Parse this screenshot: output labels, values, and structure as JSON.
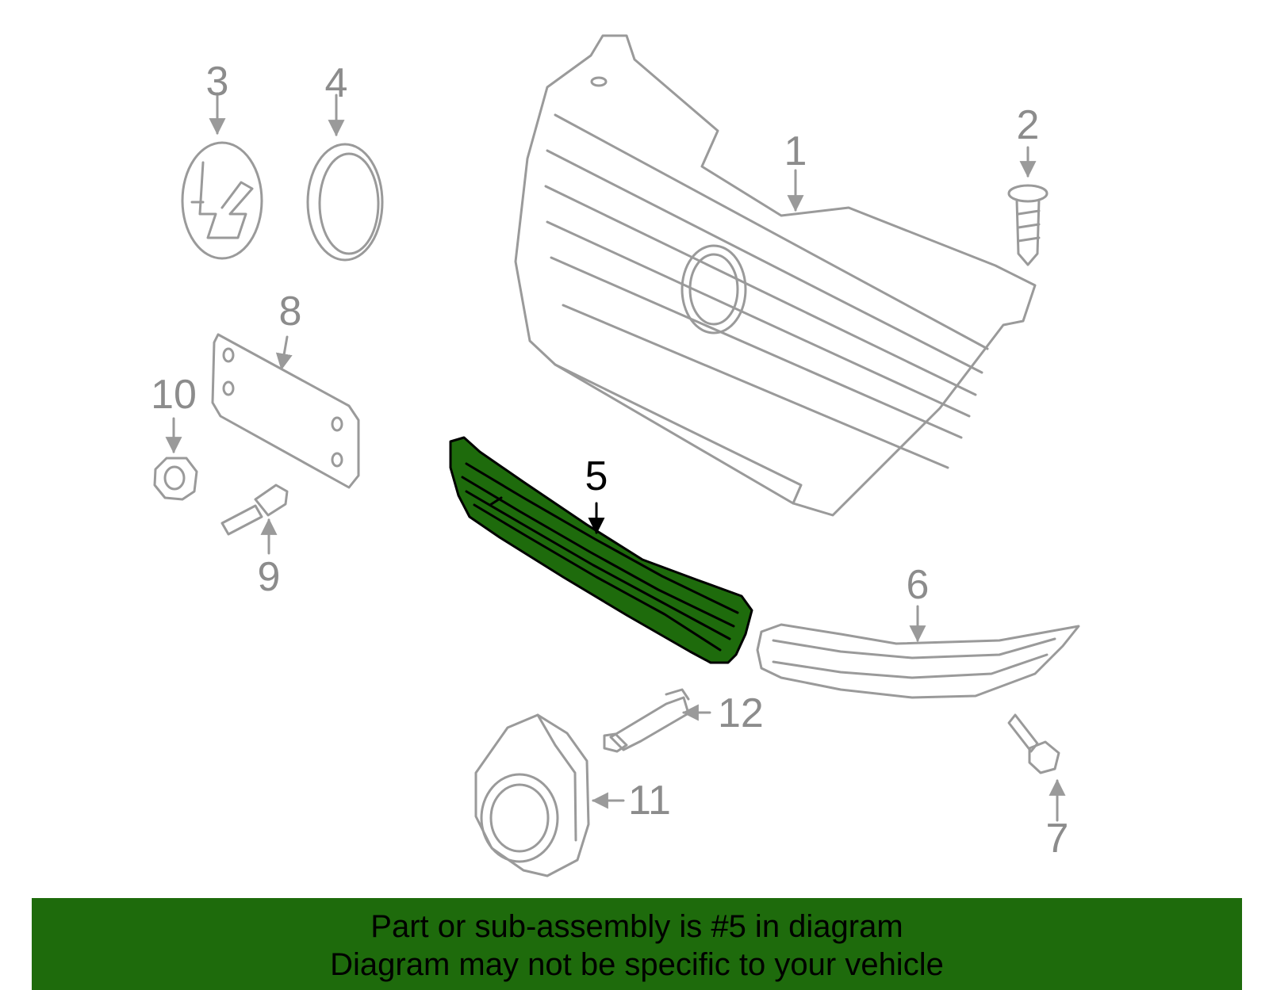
{
  "colors": {
    "part_stroke": "#9a9a9a",
    "highlight_fill": "#1e6b0c",
    "highlight_stroke": "#000000",
    "banner_bg": "#1e6b0c"
  },
  "callouts": {
    "c1": "1",
    "c2": "2",
    "c3": "3",
    "c4": "4",
    "c5": "5",
    "c6": "6",
    "c7": "7",
    "c8": "8",
    "c9": "9",
    "c10": "10",
    "c11": "11",
    "c12": "12"
  },
  "highlighted_part": "5",
  "banner": {
    "line1": "Part or sub-assembly is #5 in diagram",
    "line2": "Diagram may not be specific to your vehicle"
  }
}
